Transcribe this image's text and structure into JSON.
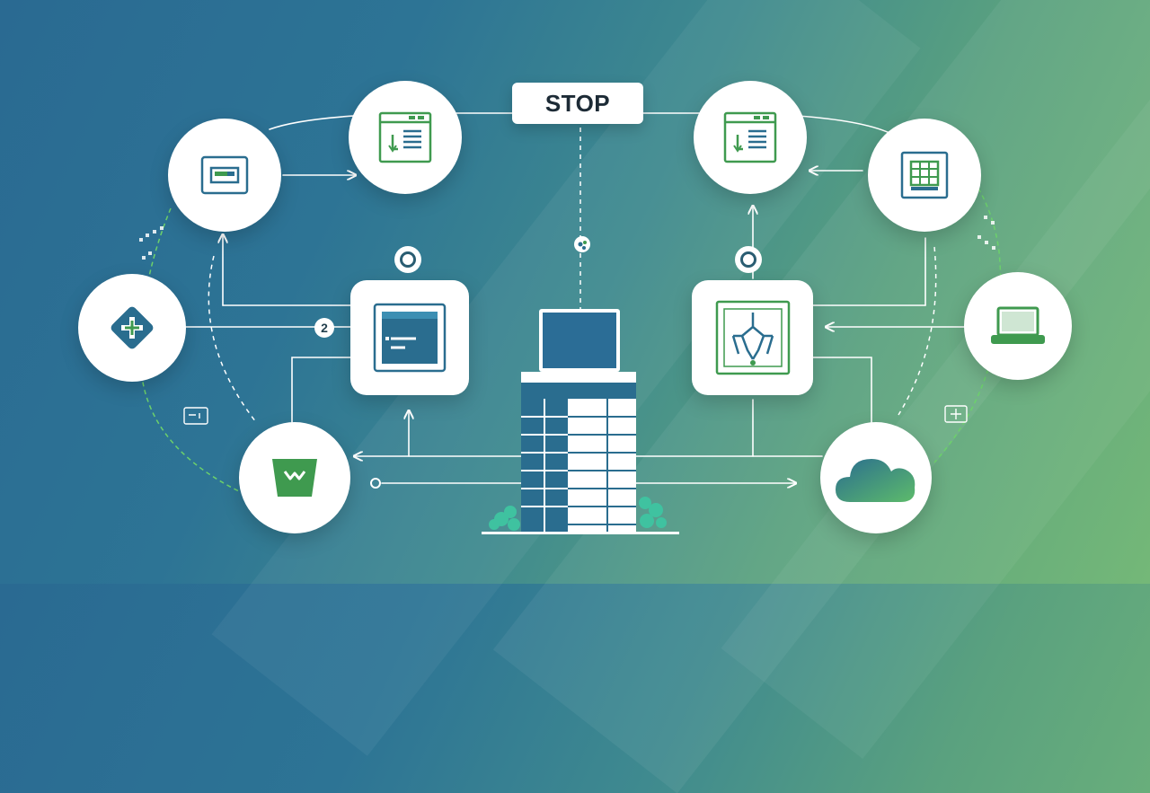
{
  "diagram": {
    "stop_label": "STOP",
    "connector_badge": "2",
    "monitor_text_line1": "",
    "monitor_text_line2": "",
    "nodes": [
      {
        "id": "browser-window-left",
        "icon": "browser-window-icon"
      },
      {
        "id": "browser-window-right",
        "icon": "browser-window-icon"
      },
      {
        "id": "card-reader",
        "icon": "card-reader-icon"
      },
      {
        "id": "spreadsheet",
        "icon": "spreadsheet-icon"
      },
      {
        "id": "medical-cross",
        "icon": "medical-cross-icon"
      },
      {
        "id": "laptop",
        "icon": "laptop-icon"
      },
      {
        "id": "dashboard-panel",
        "icon": "dashboard-panel-icon"
      },
      {
        "id": "network-map",
        "icon": "network-map-icon"
      },
      {
        "id": "basket",
        "icon": "basket-icon"
      },
      {
        "id": "cloud",
        "icon": "cloud-icon"
      },
      {
        "id": "server-building",
        "icon": "server-building-icon"
      }
    ],
    "colors": {
      "icon_green": "#3f9a4f",
      "icon_teal": "#2a6d8f",
      "background_start": "#2a6a92",
      "background_end": "#74b878",
      "dashed_green": "#6cd16b"
    }
  }
}
